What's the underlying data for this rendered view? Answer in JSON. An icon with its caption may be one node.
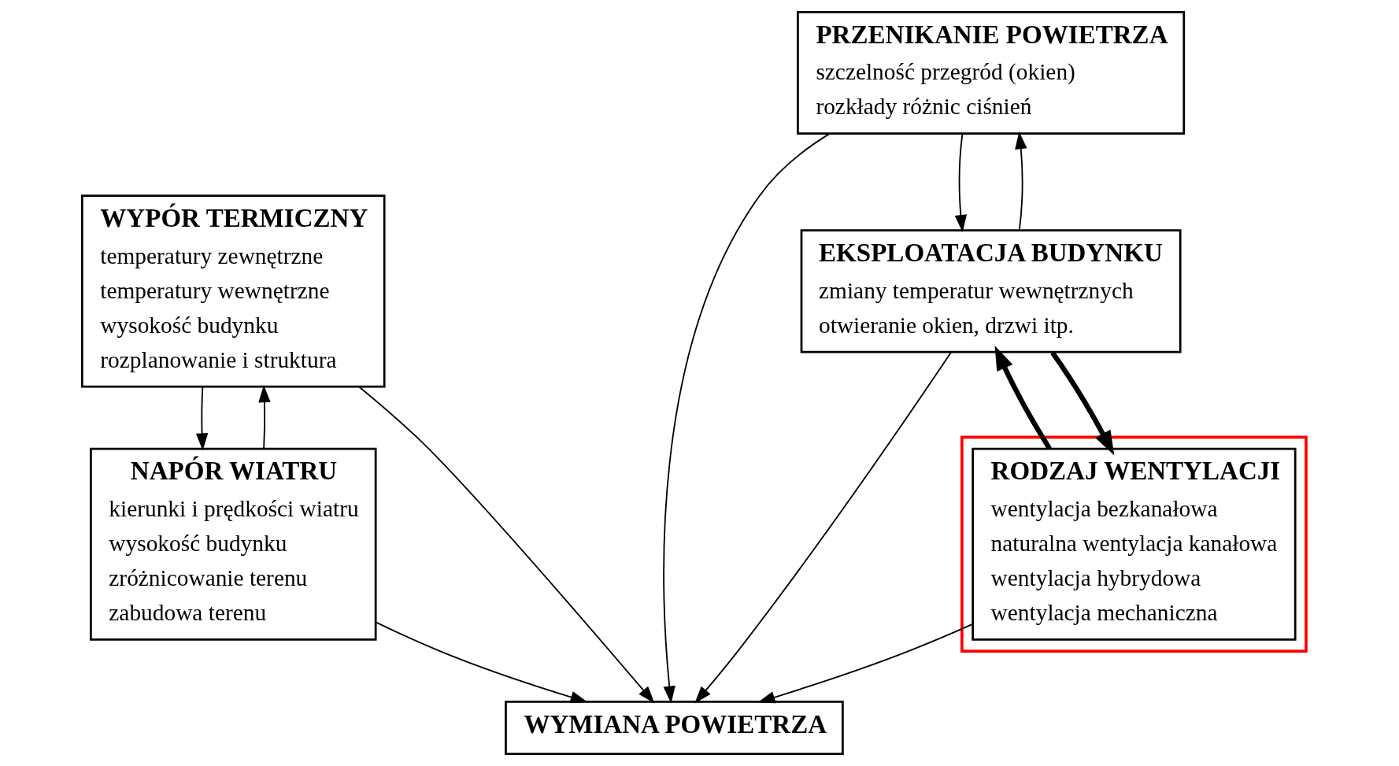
{
  "diagram": {
    "nodes": [
      {
        "text": [
          "WYPÓR TERMICZNY",
          "temperatury zewnętrzne",
          "temperatury wewnętrzne",
          "wysokość budynku",
          "rozplanowanie i struktura"
        ]
      },
      {
        "text": [
          "NAPÓR WIATRU",
          "kierunki i prędkości wiatru",
          "wysokość budynku",
          "zróżnicowanie terenu",
          "zabudowa terenu"
        ]
      },
      {
        "text": [
          "WYMIANA POWIETRZA"
        ]
      },
      {
        "text": [
          "PRZENIKANIE POWIETRZA",
          "szczelność przegród (okien)",
          "rozkłady różnic ciśnień"
        ]
      },
      {
        "text": [
          "EKSPLOATACJA BUDYNKU",
          "zmiany temperatur wewnętrznych",
          "otwieranie okien, drzwi itp."
        ]
      },
      {
        "text": [],
        "shape": "box"
      },
      {
        "text": [
          "RODZAJ WENTYLACJI",
          "wentylacja bezkanałowa",
          "naturalna wentylacja kanałowa",
          "wentylacja hybrydowa",
          "wentylacja mechaniczna"
        ],
        "in": 5
      }
    ],
    "edges": [
      {
        "from": 0,
        "to": 1,
        "arrow": "to"
      },
      {
        "from": 1,
        "to": 0,
        "arrow": "to"
      },
      {
        "from": 3,
        "to": 4,
        "arrow": "to"
      },
      {
        "from": 4,
        "to": 3,
        "arrow": "to"
      },
      {
        "from": 6,
        "to": 4,
        "arrow": "to",
        "style": "thick"
      },
      {
        "from": 4,
        "to": 6,
        "arrow": "to",
        "style": "thick"
      },
      {
        "from": 0,
        "to": 2,
        "arrow": "to"
      },
      {
        "from": 3,
        "to": 2,
        "arrow": "to"
      },
      {
        "from": 4,
        "to": 2,
        "arrow": "to"
      },
      {
        "from": 1,
        "to": 2,
        "arrow": "to"
      },
      {
        "from": 6,
        "to": 2,
        "arrow": "to"
      }
    ]
  }
}
